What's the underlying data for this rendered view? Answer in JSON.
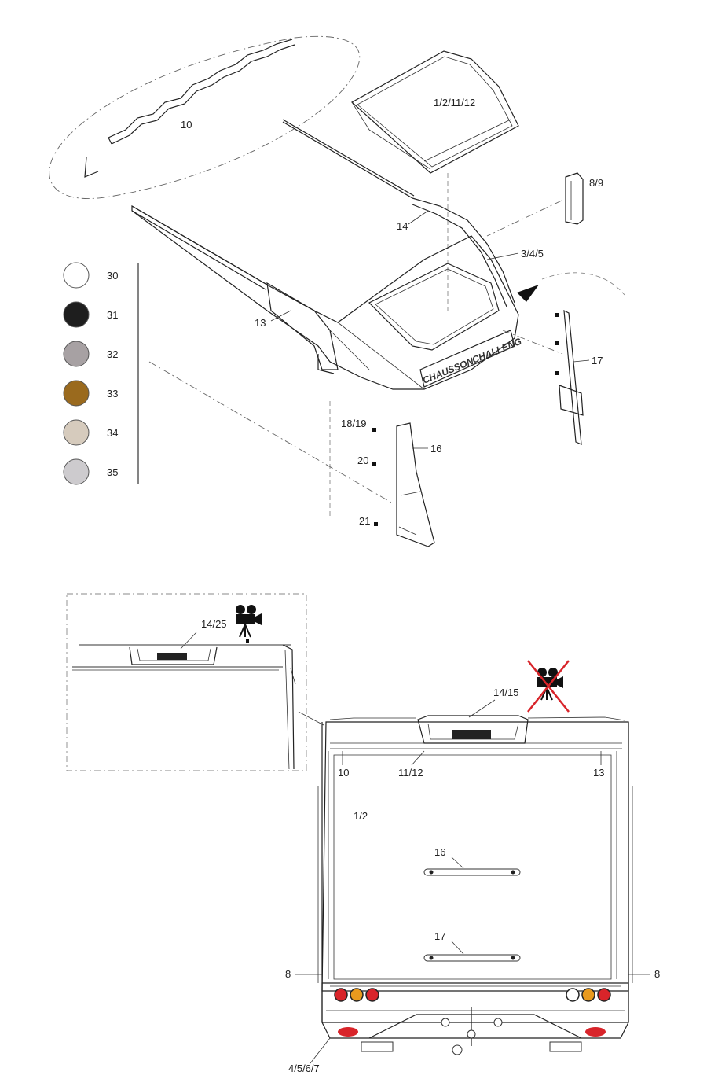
{
  "top_parts": {
    "label_10": "10",
    "label_1_2_11_12": "1/2/11/12",
    "label_8_9": "8/9",
    "label_14": "14",
    "label_3_4_5": "3/4/5",
    "label_13": "13",
    "label_17": "17",
    "label_18_19": "18/19",
    "label_16": "16",
    "label_20": "20",
    "label_21": "21",
    "brand_text_1": "CHAUSSON",
    "brand_text_2": "CHALLENG"
  },
  "color_legend": [
    {
      "code": "30",
      "color": "#ffffff"
    },
    {
      "code": "31",
      "color": "#1e1e1e"
    },
    {
      "code": "32",
      "color": "#a7a1a3"
    },
    {
      "code": "33",
      "color": "#9a6a1e"
    },
    {
      "code": "34",
      "color": "#d6cbbd"
    },
    {
      "code": "35",
      "color": "#cdcbce"
    }
  ],
  "side_view": {
    "label_14_25": "14/25",
    "camera_icon": "camera-icon"
  },
  "rear_view": {
    "label_14_15": "14/15",
    "label_10": "10",
    "label_11_12": "11/12",
    "label_13": "13",
    "label_1_2": "1/2",
    "label_16": "16",
    "label_17": "17",
    "label_8_left": "8",
    "label_8_right": "8",
    "label_4_5_6_7": "4/5/6/7",
    "no_camera_icon": "crossed-camera-icon"
  },
  "colors": {
    "light_red": "#d8242a",
    "light_orange": "#e89a1e",
    "cross_red": "#d8242a"
  }
}
